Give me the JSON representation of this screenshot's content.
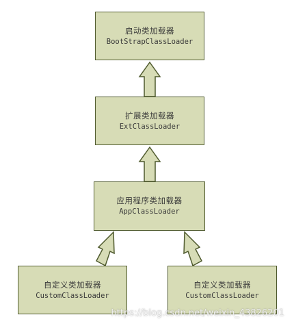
{
  "diagram": {
    "bootstrap": {
      "title": "启动类加载器",
      "name": "BootStrapClassLoader"
    },
    "ext": {
      "title": "扩展类加载器",
      "name": "ExtClassLoader"
    },
    "app": {
      "title": "应用程序类加载器",
      "name": "AppClassLoader"
    },
    "custom_left": {
      "title": "自定义类加载器",
      "name": "CustomClassLoader"
    },
    "custom_right": {
      "title": "自定义类加载器",
      "name": "CustomClassLoader"
    }
  },
  "watermark": "https://blog.csdn.net/weixin_43826201",
  "colors": {
    "box_fill": "#d7dcb6",
    "box_border": "#4f5a2e",
    "arrow_fill": "#d7dcb6",
    "arrow_stroke": "#4f5a2e"
  }
}
